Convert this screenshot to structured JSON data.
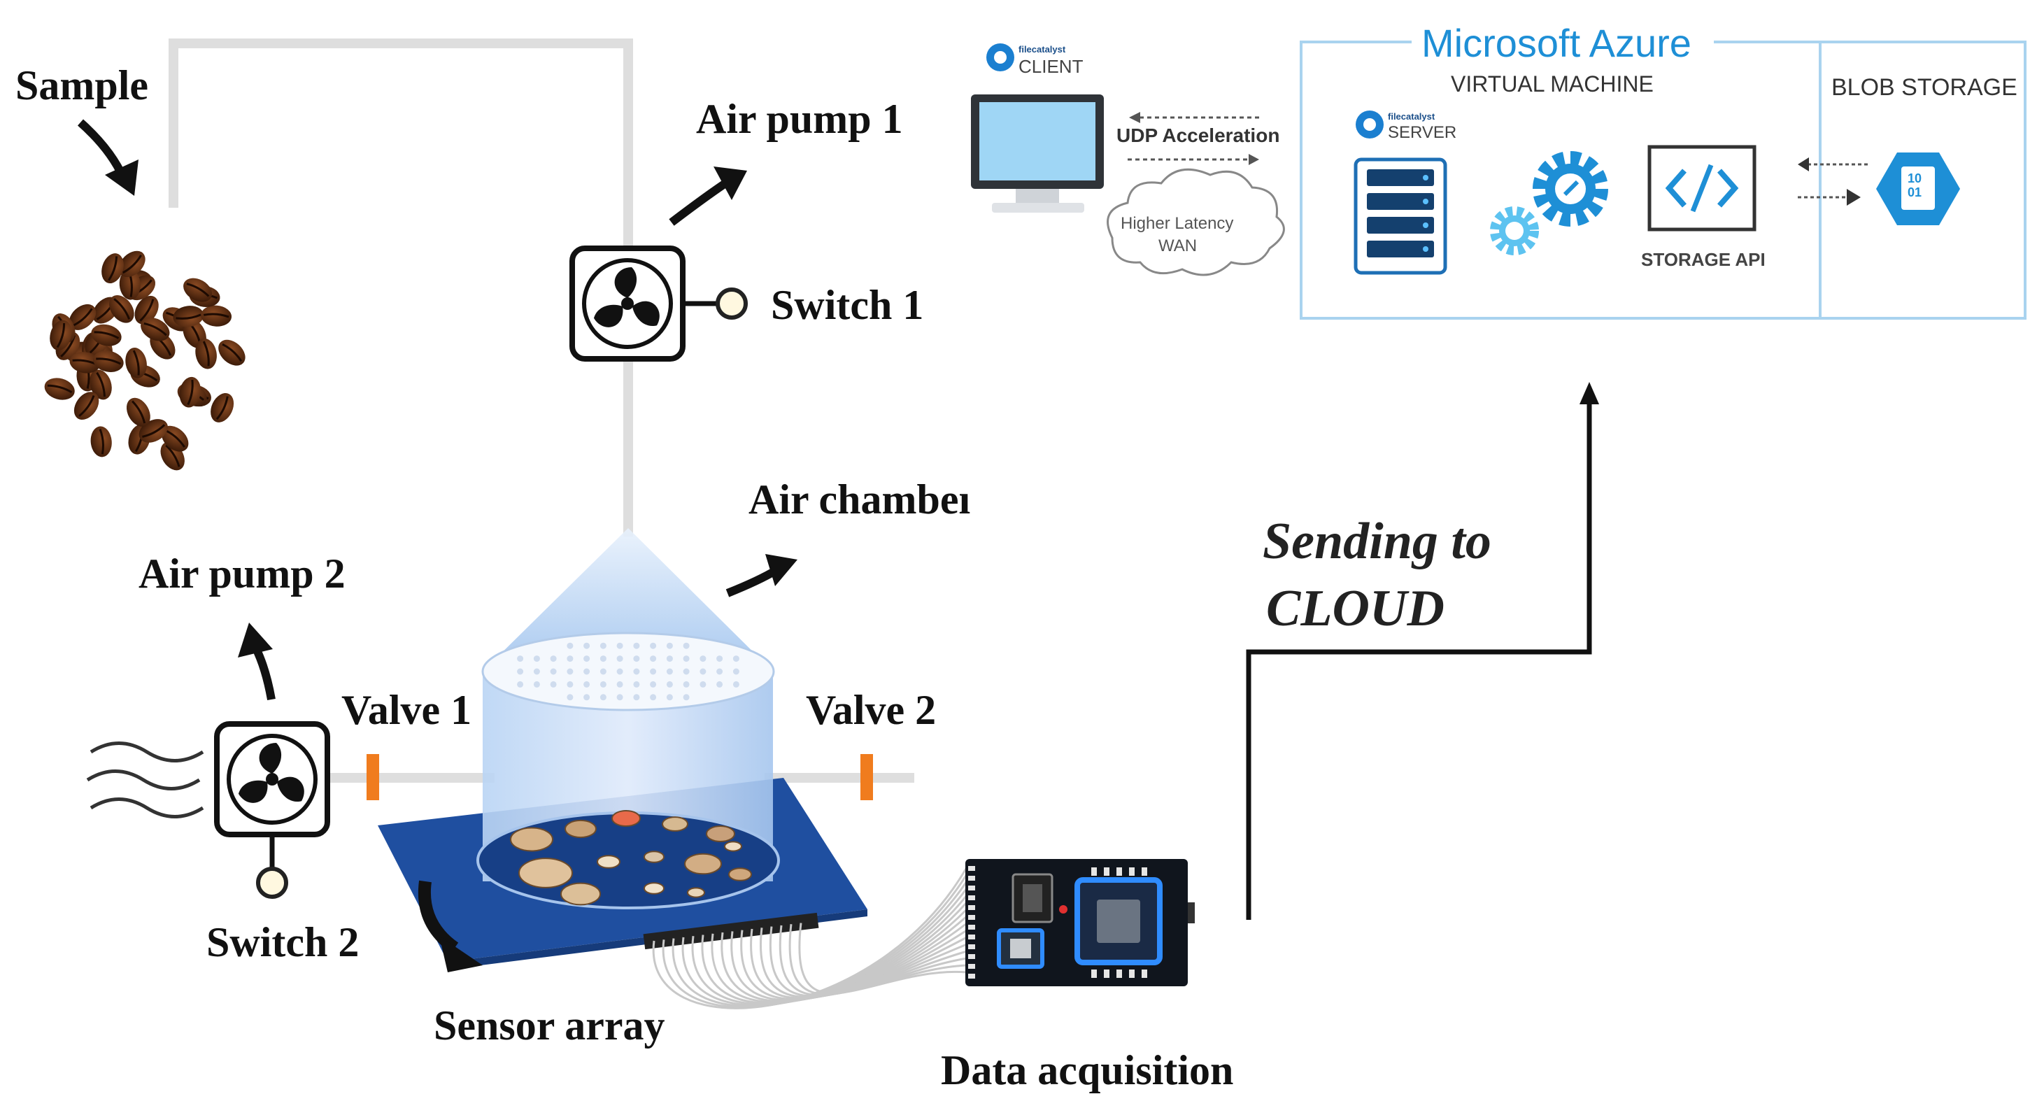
{
  "labels": {
    "sample": "Sample",
    "air_pump_1": "Air pump 1",
    "switch_1": "Switch 1",
    "air_chamber": "Air chambeı",
    "air_pump_2": "Air pump 2",
    "valve_1": "Valve 1",
    "valve_2": "Valve 2",
    "switch_2": "Switch 2",
    "sensor_array": "Sensor array",
    "data_acquisition": "Data acquisition",
    "sending_line1": "Sending to",
    "sending_line2": "CLOUD"
  },
  "cloud": {
    "title": "Microsoft Azure",
    "virtual_machine": "VIRTUAL MACHINE",
    "blob_storage": "BLOB STORAGE",
    "client_brand": "filecatalyst",
    "client_label": "CLIENT",
    "server_brand": "filecatalyst",
    "server_label": "SERVER",
    "udp": "UDP Acceleration",
    "wan_line1": "Higher Latency",
    "wan_line2": "WAN",
    "storage_api": "STORAGE API",
    "blob_glyph": "10\n01"
  },
  "colors": {
    "azure_blue": "#1e8fd6",
    "border_light": "#a9d3ef",
    "pipe": "#dcdcdc",
    "valve": "#f07c1e",
    "board": "#1f4fa0",
    "chamber": "#aecdf2",
    "bean": "#4a2410"
  }
}
